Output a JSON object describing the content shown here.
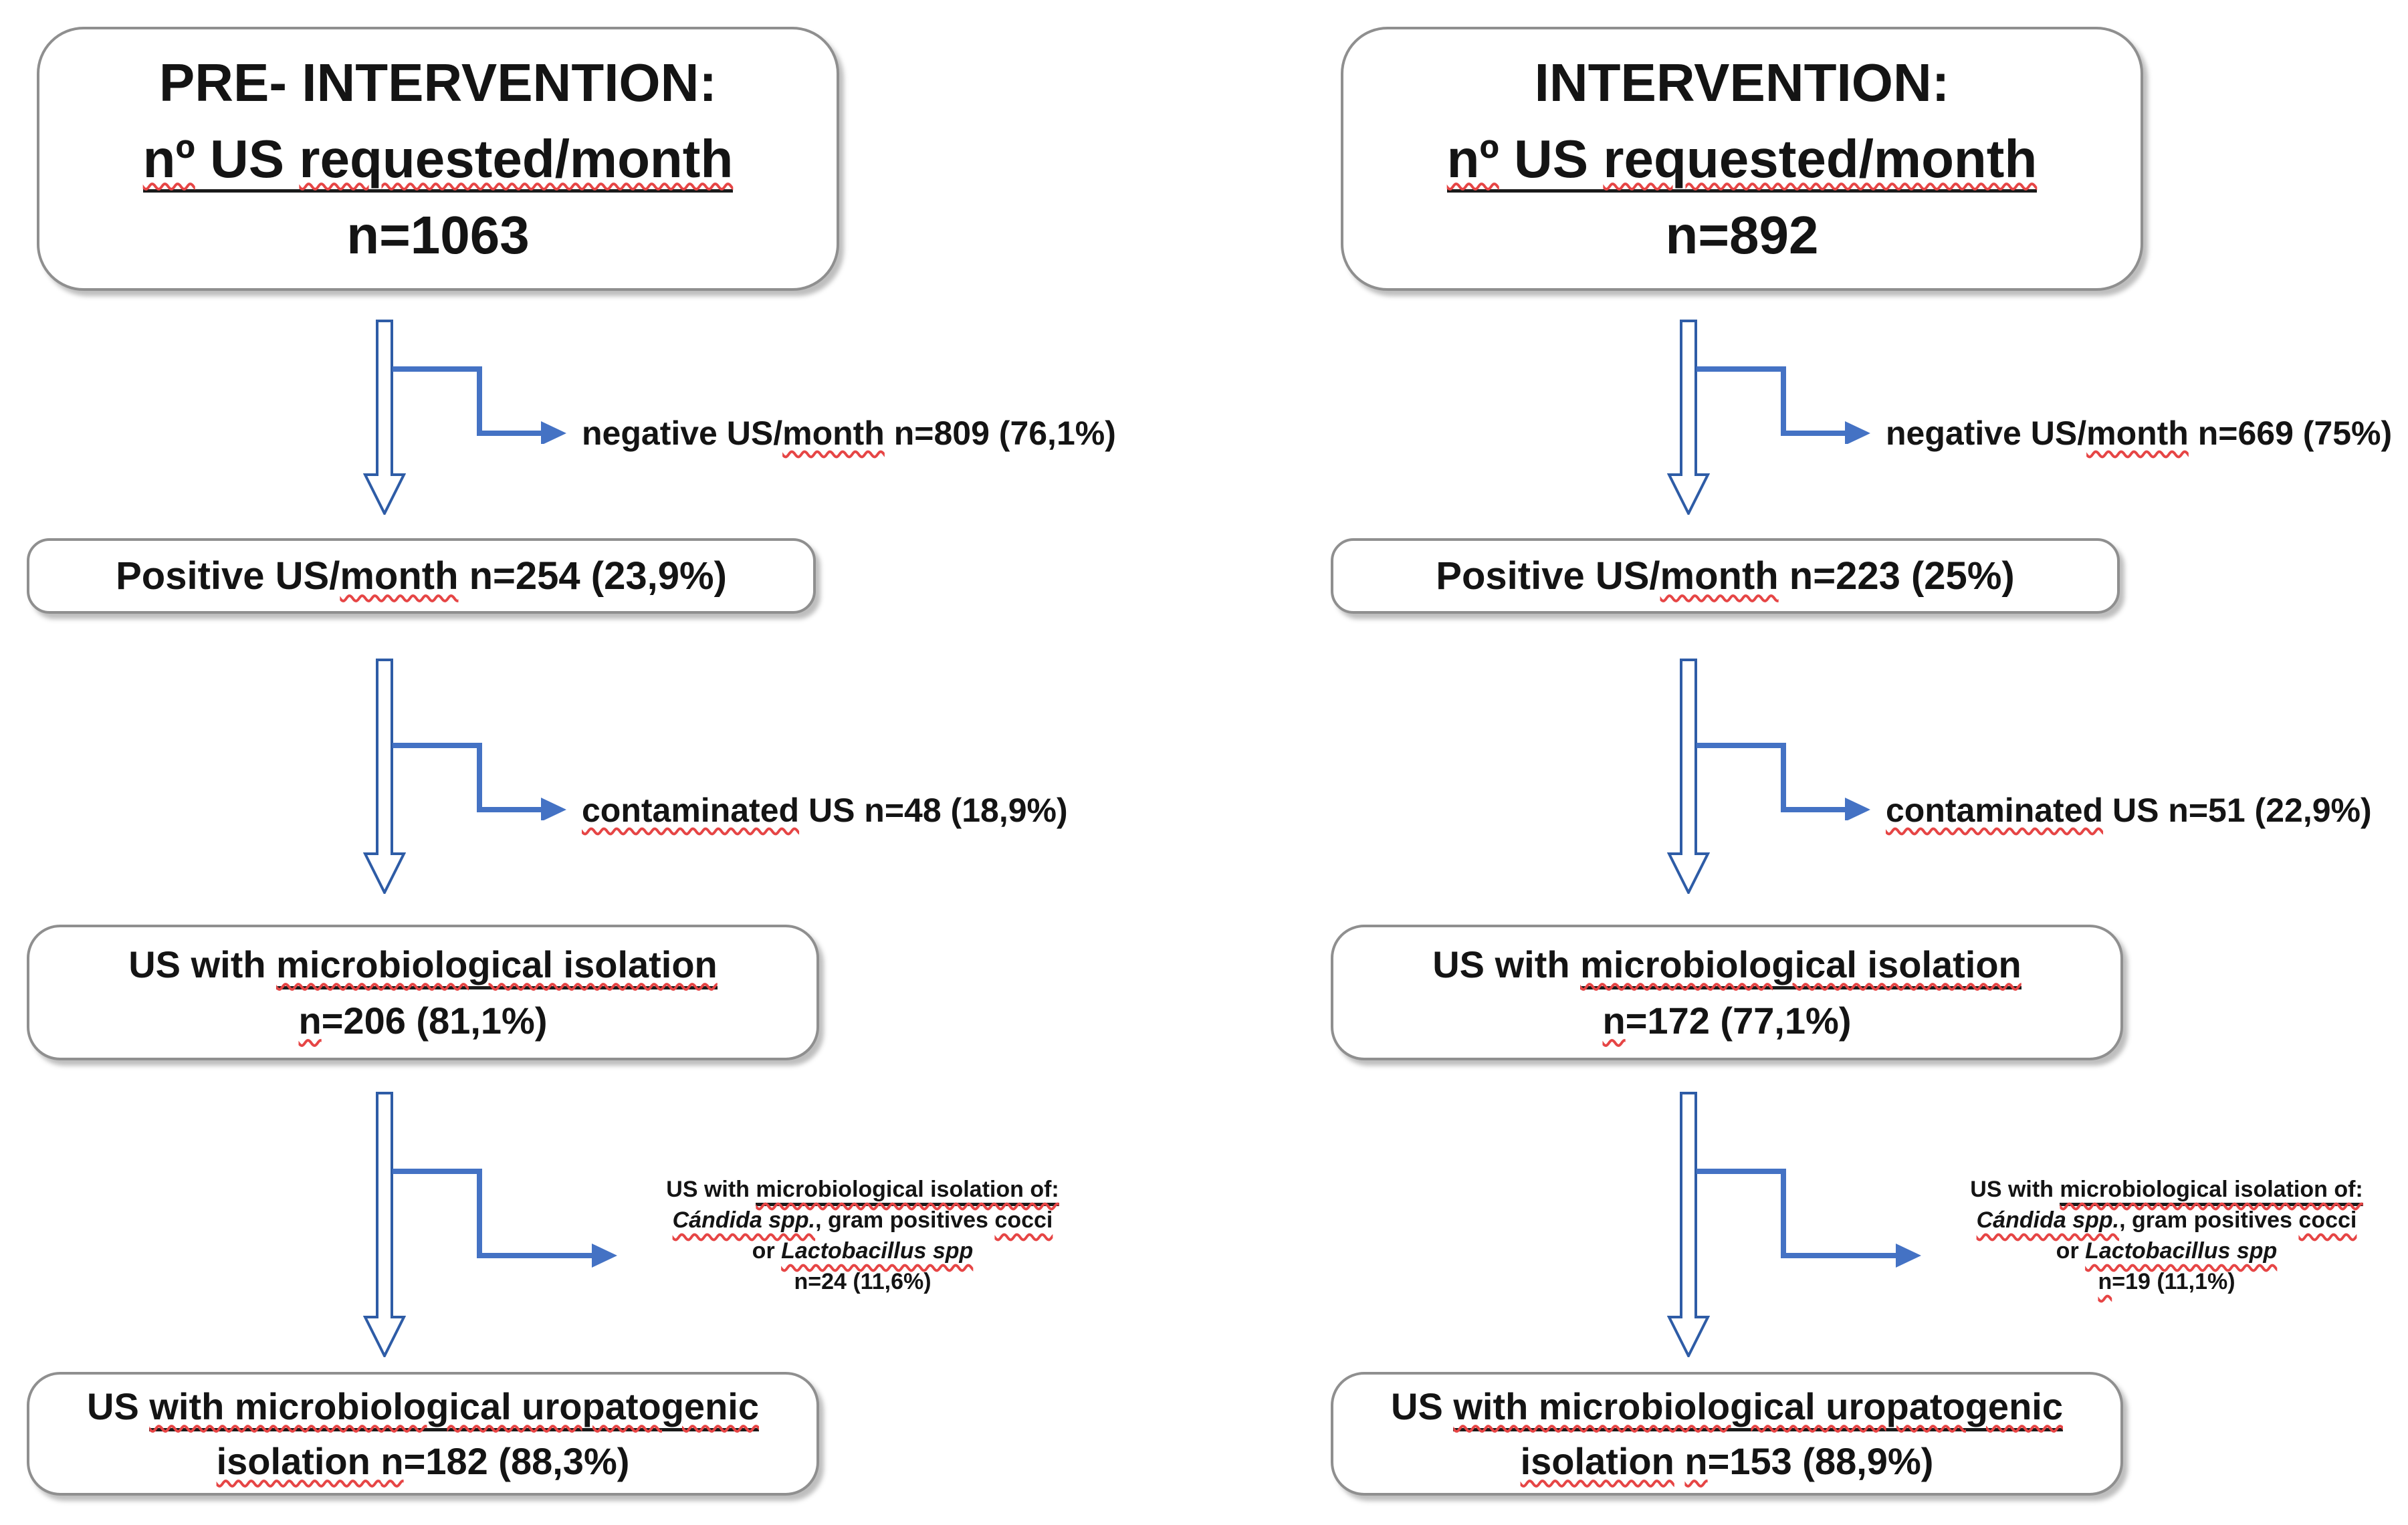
{
  "colors": {
    "elbow_arrow_blue": "#4472C4",
    "hollow_arrow_outline_blue": "#2E5CA6",
    "squiggle_red": "#E64545",
    "box_border_gray": "#8F8F8F",
    "text_black": "#141414"
  },
  "columns": [
    {
      "id": "pre-intervention",
      "top_box": [
        [
          {
            "t": "PRE- INTERVENTION:"
          }
        ],
        [
          {
            "t": "nº",
            "w": true,
            "u": true
          },
          {
            "t": " US ",
            "u": true
          },
          {
            "t": "requested/month",
            "w": true,
            "u": true
          }
        ],
        [
          {
            "t": "n=1063"
          }
        ]
      ],
      "branch_negative": [
        [
          {
            "t": "negative US/"
          },
          {
            "t": "month",
            "w": true
          },
          {
            "t": " n=809 (76,1%)"
          }
        ]
      ],
      "positive_box": [
        [
          {
            "t": "Positive US/"
          },
          {
            "t": "month",
            "w": true
          },
          {
            "t": " n=254 (23,9%)"
          }
        ]
      ],
      "branch_contaminated": [
        [
          {
            "t": "contaminated",
            "w": true
          },
          {
            "t": " US n=48 (18,9%)"
          }
        ]
      ],
      "isolation_box": [
        [
          {
            "t": "US with "
          },
          {
            "t": "microbiological isolation",
            "w": true,
            "u": true
          }
        ],
        [
          {
            "t": "n",
            "w": true
          },
          {
            "t": "=206 (81,1%)"
          }
        ]
      ],
      "branch_other_isolation": [
        [
          {
            "t": "US with "
          },
          {
            "t": "microbiological isolation of:",
            "w": true,
            "u": true
          }
        ],
        [
          {
            "t": "Cándida spp.",
            "i": true,
            "w": true
          },
          {
            "t": ", gram positives "
          },
          {
            "t": "cocci",
            "w": true
          }
        ],
        [
          {
            "t": "or "
          },
          {
            "t": "Lactobacillus spp",
            "i": true,
            "w": true
          }
        ],
        [
          {
            "t": "n=24 (11,6%)"
          }
        ]
      ],
      "final_box": [
        [
          {
            "t": "US "
          },
          {
            "t": "with microbiological uropatogenic",
            "w": true,
            "u": true
          }
        ],
        [
          {
            "t": "isolation ",
            "w": true
          },
          {
            "t": "n",
            "w": true
          },
          {
            "t": "=182 (88,3%)"
          }
        ]
      ]
    },
    {
      "id": "intervention",
      "top_box": [
        [
          {
            "t": "INTERVENTION:"
          }
        ],
        [
          {
            "t": "nº",
            "w": true,
            "u": true
          },
          {
            "t": " US ",
            "u": true
          },
          {
            "t": "requested/month",
            "w": true,
            "u": true
          }
        ],
        [
          {
            "t": "n=892"
          }
        ]
      ],
      "branch_negative": [
        [
          {
            "t": "negative US/"
          },
          {
            "t": "month",
            "w": true
          },
          {
            "t": " n=669 (75%)"
          }
        ]
      ],
      "positive_box": [
        [
          {
            "t": "Positive US/"
          },
          {
            "t": "month",
            "w": true
          },
          {
            "t": " n=223 (25%)"
          }
        ]
      ],
      "branch_contaminated": [
        [
          {
            "t": "contaminated",
            "w": true
          },
          {
            "t": " US n=51 (22,9%)"
          }
        ]
      ],
      "isolation_box": [
        [
          {
            "t": "US with "
          },
          {
            "t": "microbiological isolation",
            "w": true,
            "u": true
          }
        ],
        [
          {
            "t": "n",
            "w": true
          },
          {
            "t": "=172 (77,1%)"
          }
        ]
      ],
      "branch_other_isolation": [
        [
          {
            "t": "US with "
          },
          {
            "t": "microbiological isolation of:",
            "w": true,
            "u": true
          }
        ],
        [
          {
            "t": "Cándida spp.",
            "i": true,
            "w": true
          },
          {
            "t": ", gram positives "
          },
          {
            "t": "cocci",
            "w": true
          }
        ],
        [
          {
            "t": "or "
          },
          {
            "t": "Lactobacillus spp",
            "i": true,
            "w": true
          }
        ],
        [
          {
            "t": "n",
            "w": true
          },
          {
            "t": "=19 (11,1%)"
          }
        ]
      ],
      "final_box": [
        [
          {
            "t": "US "
          },
          {
            "t": "with microbiological uropatogenic",
            "w": true,
            "u": true
          }
        ],
        [
          {
            "t": "isolation",
            "w": true
          },
          {
            "t": " "
          },
          {
            "t": "n",
            "w": true
          },
          {
            "t": "=153 (88,9%)"
          }
        ]
      ]
    }
  ]
}
